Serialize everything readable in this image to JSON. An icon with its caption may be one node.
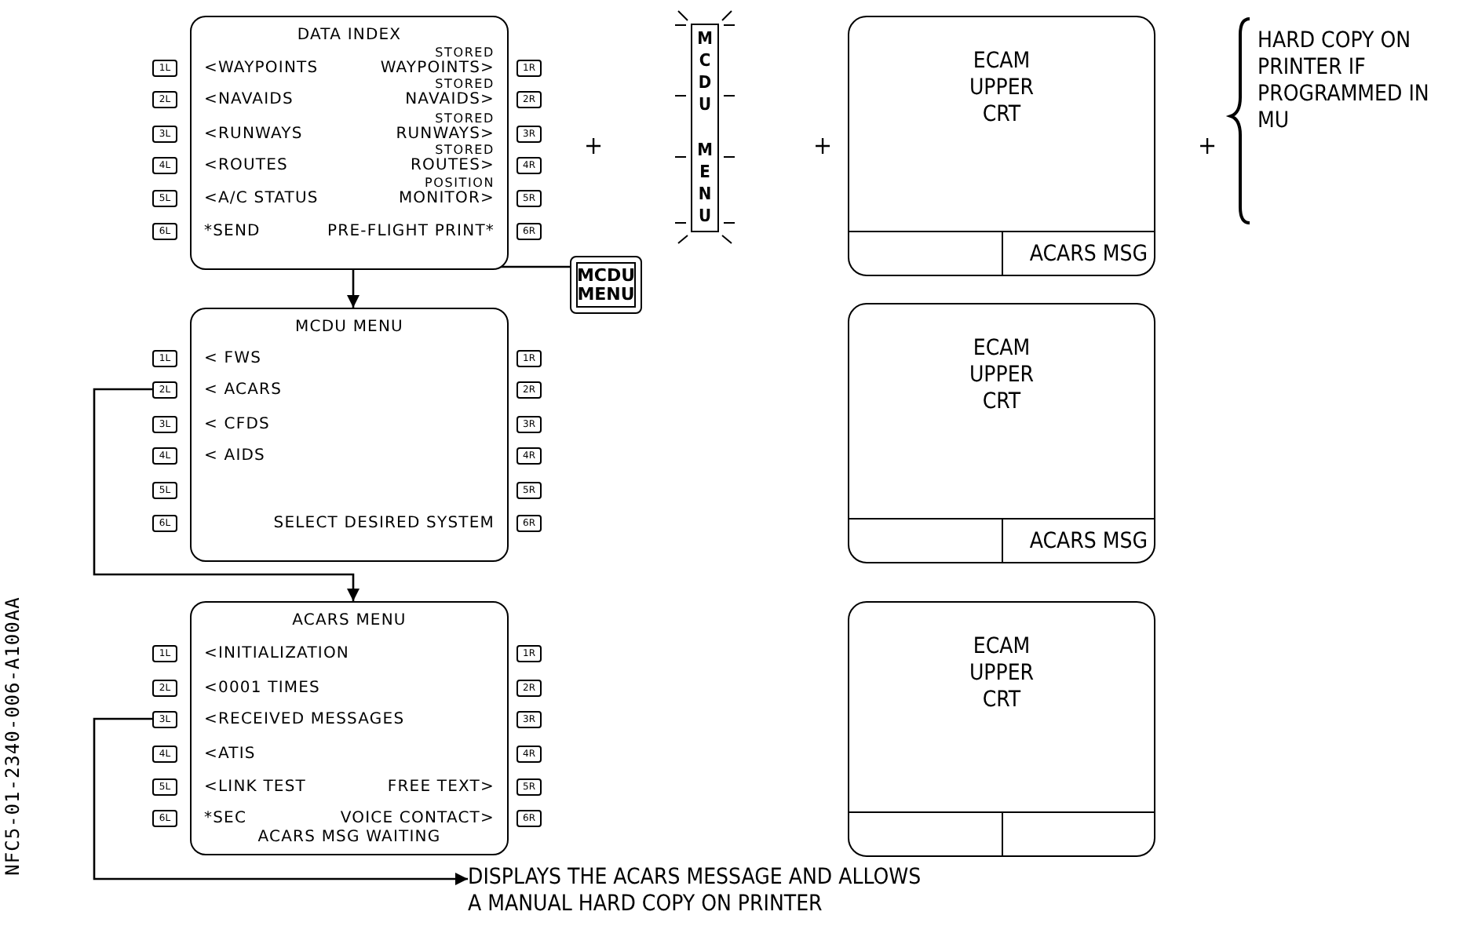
{
  "diagram": {
    "nodes": [
      {
        "text": [
          "DATA INDEX",
          "<WAYPOINTS",
          "STORED WAYPOINTS>",
          "<NAVAIDS",
          "STORED NAVAIDS>",
          "<RUNWAYS",
          "STORED RUNWAYS>",
          "<ROUTES",
          "STORED ROUTES>",
          "<A/C STATUS",
          "POSITION MONITOR>",
          "*SEND",
          "PRE-FLIGHT PRINT*"
        ]
      },
      {
        "text": [
          "1L"
        ]
      },
      {
        "text": [
          "1R"
        ]
      },
      {
        "text": [
          "2L"
        ]
      },
      {
        "text": [
          "2R"
        ]
      },
      {
        "text": [
          "3L"
        ]
      },
      {
        "text": [
          "3R"
        ]
      },
      {
        "text": [
          "4L"
        ]
      },
      {
        "text": [
          "4R"
        ]
      },
      {
        "text": [
          "5L"
        ]
      },
      {
        "text": [
          "5R"
        ]
      },
      {
        "text": [
          "6L"
        ]
      },
      {
        "text": [
          "6R"
        ]
      },
      {
        "text": [
          "MCDU MENU"
        ]
      },
      {
        "text": [
          "ECAM UPPER CRT",
          "ACARS MSG"
        ]
      },
      {
        "text": [
          "MCDU MENU"
        ]
      },
      {
        "text": [
          "MCDU MENU",
          "< FWS",
          "< ACARS",
          "< CFDS",
          "< AIDS",
          "SELECT DESIRED SYSTEM"
        ]
      },
      {
        "text": [
          "1L"
        ]
      },
      {
        "text": [
          "1R"
        ]
      },
      {
        "text": [
          "2L"
        ]
      },
      {
        "text": [
          "2R"
        ]
      },
      {
        "text": [
          "3L"
        ]
      },
      {
        "text": [
          "3R"
        ]
      },
      {
        "text": [
          "4L"
        ]
      },
      {
        "text": [
          "4R"
        ]
      },
      {
        "text": [
          "5L"
        ]
      },
      {
        "text": [
          "5R"
        ]
      },
      {
        "text": [
          "6L"
        ]
      },
      {
        "text": [
          "6R"
        ]
      },
      {
        "text": [
          "ECAM UPPER CRT",
          "ACARS MSG"
        ]
      },
      {
        "text": [
          "ACARS MENU",
          "<INITIALIZATION",
          "<0001 TIMES",
          "<RECEIVED MESSAGES",
          "<ATIS",
          "<LINK TEST",
          "FREE TEXT>",
          "*SEC",
          "VOICE CONTACT>",
          "ACARS MSG WAITING"
        ]
      },
      {
        "text": [
          "1L"
        ]
      },
      {
        "text": [
          "1R"
        ]
      },
      {
        "text": [
          "2L"
        ]
      },
      {
        "text": [
          "2R"
        ]
      },
      {
        "text": [
          "3L"
        ]
      },
      {
        "text": [
          "3R"
        ]
      },
      {
        "text": [
          "4L"
        ]
      },
      {
        "text": [
          "4R"
        ]
      },
      {
        "text": [
          "5L"
        ]
      },
      {
        "text": [
          "5R"
        ]
      },
      {
        "text": [
          "6L"
        ]
      },
      {
        "text": [
          "6R"
        ]
      },
      {
        "text": [
          "ECAM UPPER CRT"
        ]
      },
      {
        "text": [
          "DISPLAYS THE ACARS MESSAGE AND ALLOWS A MANUAL HARD COPY ON PRINTER"
        ]
      }
    ],
    "edges": [
      {
        "from": 15,
        "to": 16,
        "arrow": "to"
      },
      {
        "from": 19,
        "to": 30,
        "arrow": "to"
      },
      {
        "from": 35,
        "to": 44,
        "arrow": "to"
      }
    ],
    "labels": [
      "+",
      "+",
      "+",
      "HARD COPY ON PRINTER IF PROGRAMMED IN MU",
      "NFC5-01-2340-006-A100AA"
    ]
  }
}
